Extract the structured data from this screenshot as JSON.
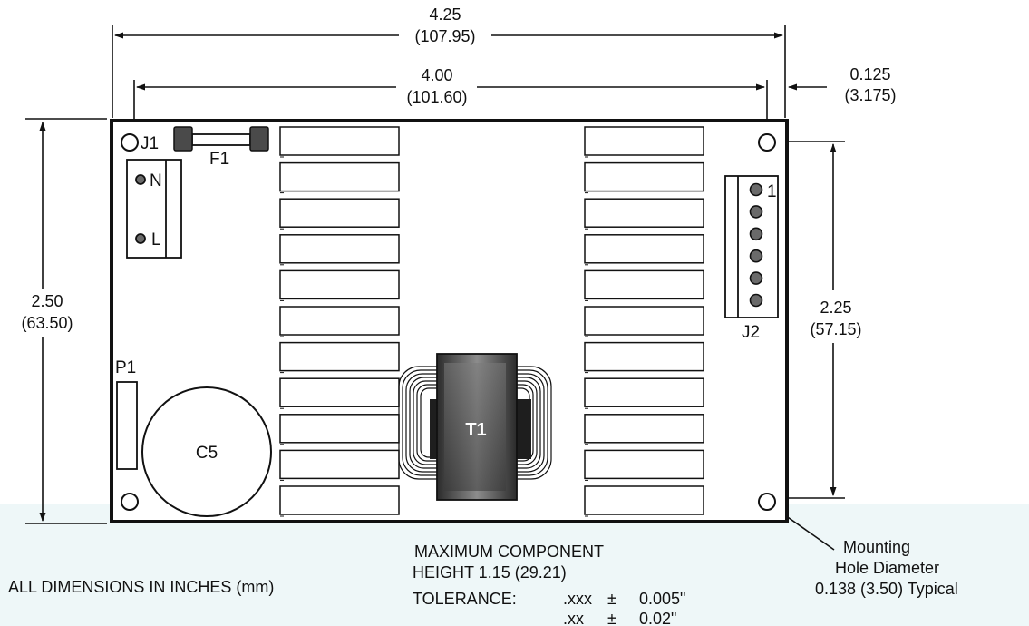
{
  "dimensions": {
    "overall_width": {
      "in": "4.25",
      "mm": "(107.95)"
    },
    "hole_spacing_width": {
      "in": "4.00",
      "mm": "(101.60)"
    },
    "edge_offset": {
      "in": "0.125",
      "mm": "(3.175)"
    },
    "overall_height": {
      "in": "2.50",
      "mm": "(63.50)"
    },
    "hole_spacing_height": {
      "in": "2.25",
      "mm": "(57.15)"
    }
  },
  "components": {
    "j1": "J1",
    "f1": "F1",
    "n": "N",
    "l": "L",
    "p1": "P1",
    "c5": "C5",
    "t1": "T1",
    "j2": "J2",
    "j2_pin1": "1"
  },
  "notes": {
    "mounting_line1": "Mounting",
    "mounting_line2": "Hole Diameter",
    "mounting_line3": "0.138 (3.50) Typical",
    "max_height_line1": "MAXIMUM COMPONENT",
    "max_height_line2": "HEIGHT 1.15  (29.21)",
    "all_dims": "ALL DIMENSIONS IN INCHES (mm)",
    "tolerance_label": "TOLERANCE:",
    "tol_xxx": ".xxx",
    "tol_xxx_pm": "±",
    "tol_xxx_val": "0.005\"",
    "tol_xx": ".xx",
    "tol_xx_pm": "±",
    "tol_xx_val": "0.02\""
  },
  "colors": {
    "line": "#111111",
    "footer_tint": "#eef7f8",
    "transformer_dark": "#2b2b2b",
    "transformer_light": "#8c8c8c"
  }
}
